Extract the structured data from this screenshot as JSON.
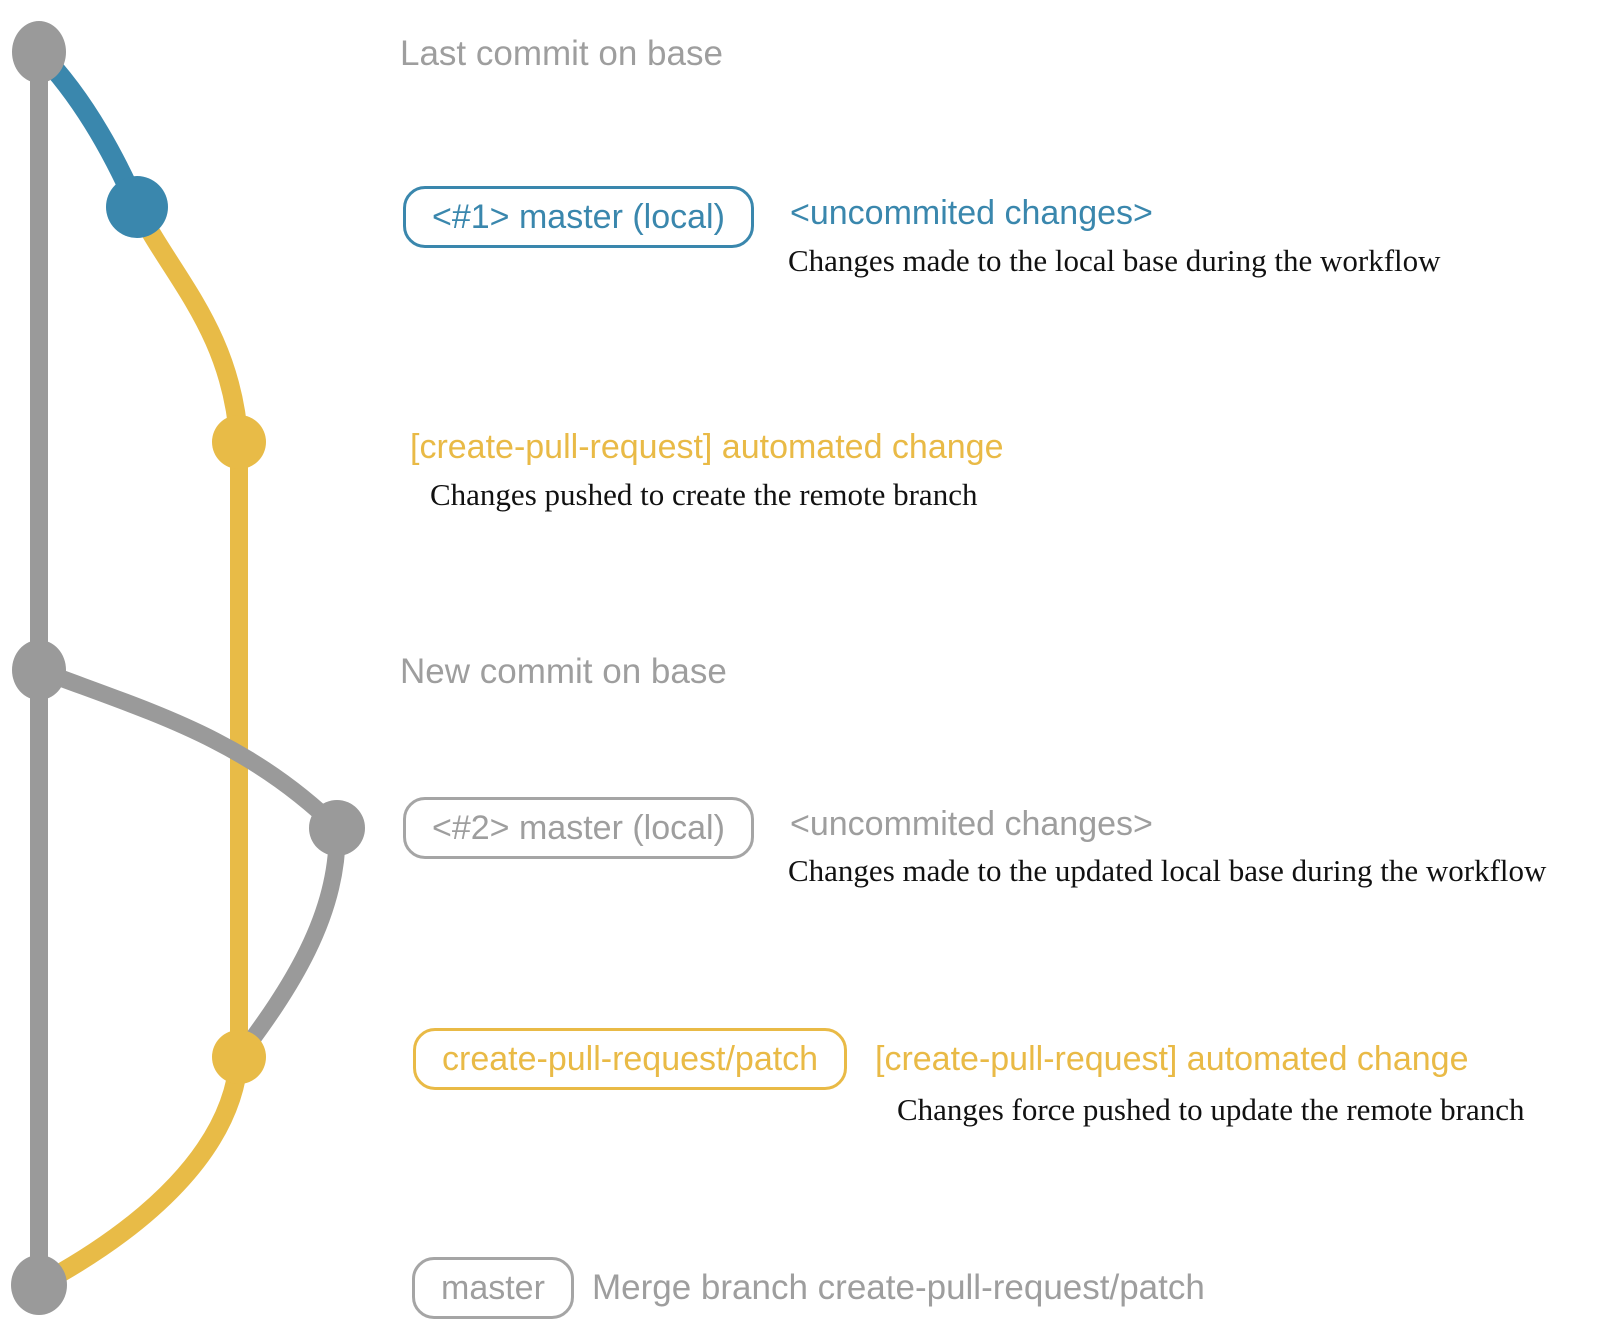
{
  "colors": {
    "gray": "#9a9a9a",
    "blue": "#3a87ad",
    "yellow": "#e8bb47"
  },
  "rows": {
    "last_commit": {
      "label": "Last commit on base"
    },
    "commit1": {
      "badge": "<#1> master (local)",
      "message": "<uncommited changes>",
      "note": "Changes made to the local base during the workflow"
    },
    "push1": {
      "message": "[create-pull-request] automated change",
      "note": "Changes pushed to create the remote branch"
    },
    "new_commit": {
      "label": "New commit on base"
    },
    "commit2": {
      "badge": "<#2> master (local)",
      "message": "<uncommited changes>",
      "note": "Changes made to the updated local base during the workflow"
    },
    "push2": {
      "badge": "create-pull-request/patch",
      "message": "[create-pull-request] automated change",
      "note": "Changes force pushed to update the remote branch"
    },
    "merge": {
      "badge": "master",
      "message": "Merge branch create-pull-request/patch"
    }
  }
}
